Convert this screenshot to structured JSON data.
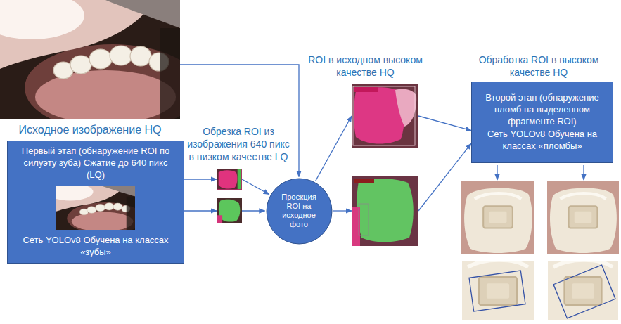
{
  "diagram": {
    "nodes": [
      {
        "text": [
          "Исходное изображение HQ"
        ]
      },
      {
        "text": [
          "Первый этап (обнаружение ROI по силуэту зуба) Сжатие до 640 пикс (LQ)",
          "Сеть YOLOv8 Обучена на классах «зубы»"
        ]
      },
      {
        "text": [
          "Обрезка ROI из изображения 640 пикс в низком качестве LQ"
        ]
      },
      {
        "text": [
          "Проекция ROI на исходное фото"
        ]
      },
      {
        "text": [
          "ROI в исходном высоком качестве HQ"
        ]
      },
      {
        "text": [
          "Обработка ROI в высоком качестве HQ",
          "Второй этап (обнаружение пломб на выделенном фрагменте ROI)",
          "Сеть YOLOv8 Обучена на классах «пломбы»"
        ]
      }
    ],
    "edges": [
      {
        "from": 0,
        "to": 3,
        "arrow": "to"
      },
      {
        "from": 1,
        "to": 2,
        "arrow": "to"
      },
      {
        "from": 1,
        "to": 2,
        "arrow": "to"
      },
      {
        "from": 2,
        "to": 3,
        "arrow": "to"
      },
      {
        "from": 2,
        "to": 3,
        "arrow": "to"
      },
      {
        "from": 3,
        "to": 4,
        "arrow": "to"
      },
      {
        "from": 3,
        "to": 4,
        "arrow": "to"
      },
      {
        "from": 4,
        "to": 5,
        "arrow": "to"
      },
      {
        "from": 4,
        "to": 5,
        "arrow": "to"
      }
    ]
  }
}
